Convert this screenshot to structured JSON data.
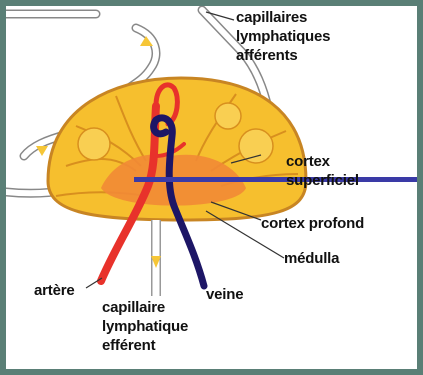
{
  "labels": {
    "afferent": [
      "capillaires",
      "lymphatiques",
      "afférents"
    ],
    "cortex_superficiel": [
      "cortex",
      "superficiel"
    ],
    "cortex_profond": "cortex profond",
    "medulla": "médulla",
    "artere": "artère",
    "veine": "veine",
    "efferent": [
      "capillaire",
      "lymphatique",
      "efférent"
    ]
  },
  "colors": {
    "background_border": "#5a7f76",
    "node_fill": "#f6bf2e",
    "node_outline": "#d88f1e",
    "medulla_fill": "#f28a35",
    "artery": "#e8322b",
    "vein": "#1d1666",
    "pointer_bar": "#3a3aa6",
    "lymph_vessel": "#ffffff"
  }
}
